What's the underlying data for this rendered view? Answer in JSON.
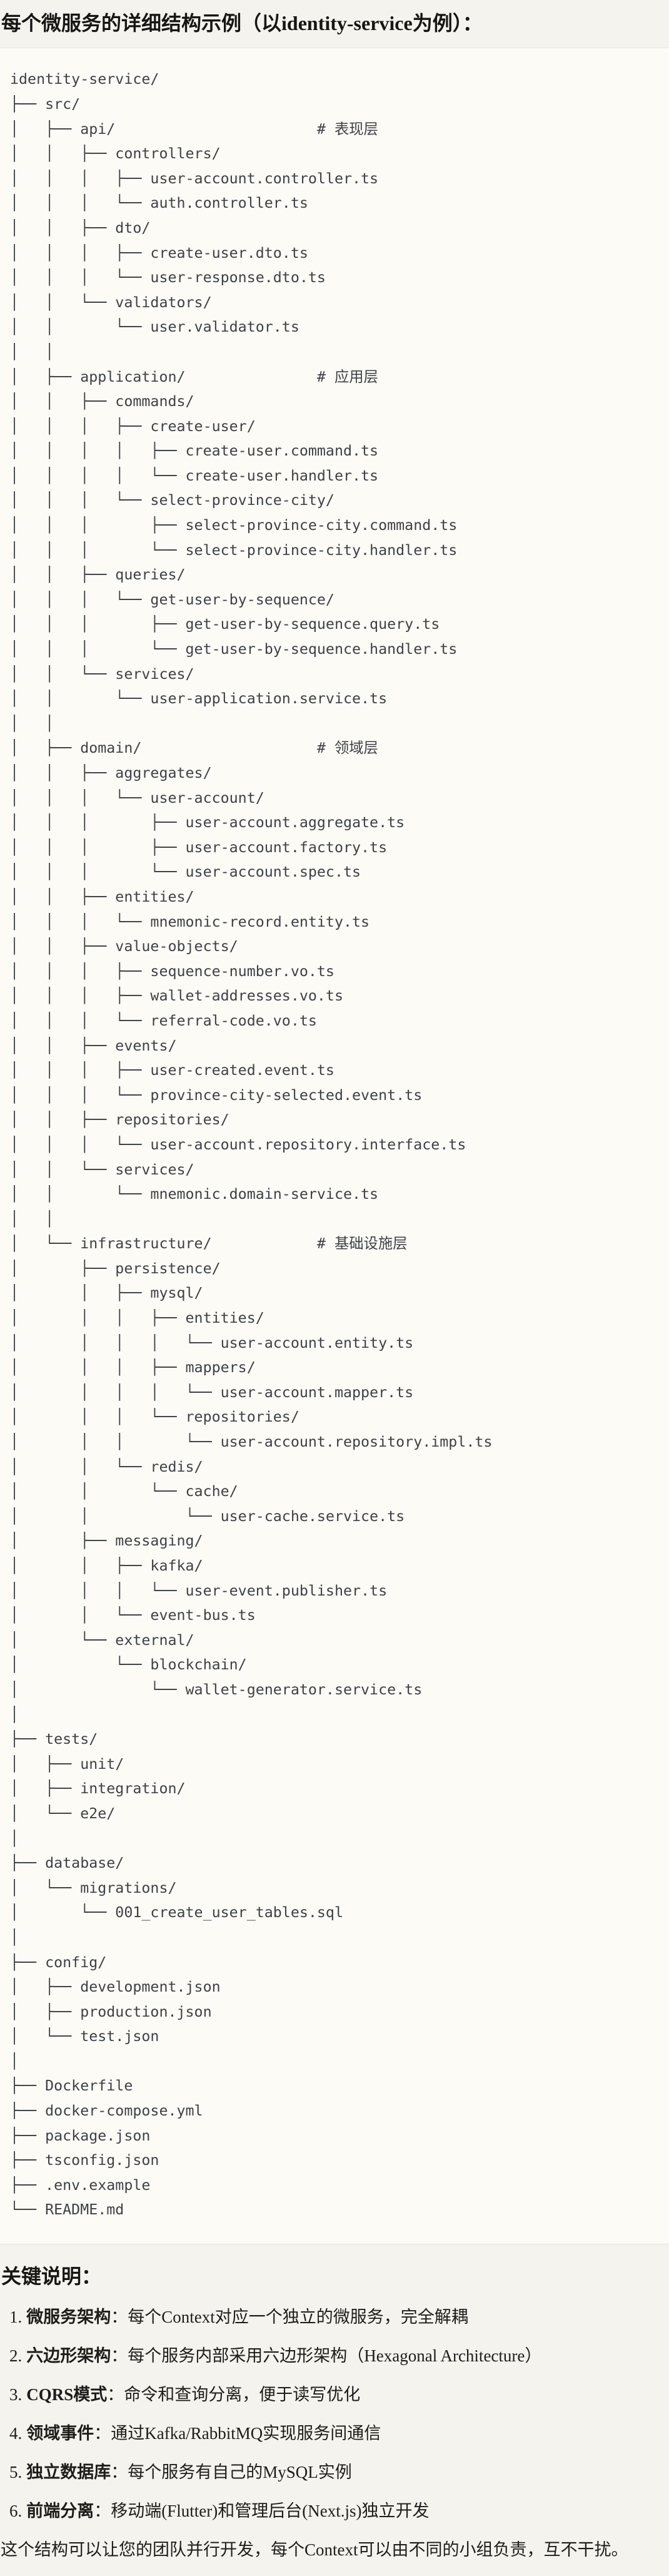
{
  "heading": "每个微服务的详细结构示例（以identity-service为例）：",
  "tree_lines": [
    "identity-service/",
    "├── src/",
    "│   ├── api/                       # 表现层",
    "│   │   ├── controllers/",
    "│   │   │   ├── user-account.controller.ts",
    "│   │   │   └── auth.controller.ts",
    "│   │   ├── dto/",
    "│   │   │   ├── create-user.dto.ts",
    "│   │   │   └── user-response.dto.ts",
    "│   │   └── validators/",
    "│   │       └── user.validator.ts",
    "│   │",
    "│   ├── application/               # 应用层",
    "│   │   ├── commands/",
    "│   │   │   ├── create-user/",
    "│   │   │   │   ├── create-user.command.ts",
    "│   │   │   │   └── create-user.handler.ts",
    "│   │   │   └── select-province-city/",
    "│   │   │       ├── select-province-city.command.ts",
    "│   │   │       └── select-province-city.handler.ts",
    "│   │   ├── queries/",
    "│   │   │   └── get-user-by-sequence/",
    "│   │   │       ├── get-user-by-sequence.query.ts",
    "│   │   │       └── get-user-by-sequence.handler.ts",
    "│   │   └── services/",
    "│   │       └── user-application.service.ts",
    "│   │",
    "│   ├── domain/                    # 领域层",
    "│   │   ├── aggregates/",
    "│   │   │   └── user-account/",
    "│   │   │       ├── user-account.aggregate.ts",
    "│   │   │       ├── user-account.factory.ts",
    "│   │   │       └── user-account.spec.ts",
    "│   │   ├── entities/",
    "│   │   │   └── mnemonic-record.entity.ts",
    "│   │   ├── value-objects/",
    "│   │   │   ├── sequence-number.vo.ts",
    "│   │   │   ├── wallet-addresses.vo.ts",
    "│   │   │   └── referral-code.vo.ts",
    "│   │   ├── events/",
    "│   │   │   ├── user-created.event.ts",
    "│   │   │   └── province-city-selected.event.ts",
    "│   │   ├── repositories/",
    "│   │   │   └── user-account.repository.interface.ts",
    "│   │   └── services/",
    "│   │       └── mnemonic.domain-service.ts",
    "│   │",
    "│   └── infrastructure/            # 基础设施层",
    "│       ├── persistence/",
    "│       │   ├── mysql/",
    "│       │   │   ├── entities/",
    "│       │   │   │   └── user-account.entity.ts",
    "│       │   │   ├── mappers/",
    "│       │   │   │   └── user-account.mapper.ts",
    "│       │   │   └── repositories/",
    "│       │   │       └── user-account.repository.impl.ts",
    "│       │   └── redis/",
    "│       │       └── cache/",
    "│       │           └── user-cache.service.ts",
    "│       ├── messaging/",
    "│       │   ├── kafka/",
    "│       │   │   └── user-event.publisher.ts",
    "│       │   └── event-bus.ts",
    "│       └── external/",
    "│           └── blockchain/",
    "│               └── wallet-generator.service.ts",
    "│",
    "├── tests/",
    "│   ├── unit/",
    "│   ├── integration/",
    "│   └── e2e/",
    "│",
    "├── database/",
    "│   └── migrations/",
    "│       └── 001_create_user_tables.sql",
    "│",
    "├── config/",
    "│   ├── development.json",
    "│   ├── production.json",
    "│   └── test.json",
    "│",
    "├── Dockerfile",
    "├── docker-compose.yml",
    "├── package.json",
    "├── tsconfig.json",
    "├── .env.example",
    "└── README.md"
  ],
  "notes": {
    "heading": "关键说明：",
    "separator": "：",
    "items": [
      {
        "num": "1.",
        "label": "微服务架构",
        "text": "每个Context对应一个独立的微服务，完全解耦"
      },
      {
        "num": "2.",
        "label": "六边形架构",
        "text": "每个服务内部采用六边形架构（Hexagonal Architecture）"
      },
      {
        "num": "3.",
        "label": "CQRS模式",
        "text": "命令和查询分离，便于读写优化"
      },
      {
        "num": "4.",
        "label": "领域事件",
        "text": "通过Kafka/RabbitMQ实现服务间通信"
      },
      {
        "num": "5.",
        "label": "独立数据库",
        "text": "每个服务有自己的MySQL实例"
      },
      {
        "num": "6.",
        "label": "前端分离",
        "text": "移动端(Flutter)和管理后台(Next.js)独立开发"
      }
    ]
  },
  "footer": "这个结构可以让您的团队并行开发，每个Context可以由不同的小组负责，互不干扰。"
}
